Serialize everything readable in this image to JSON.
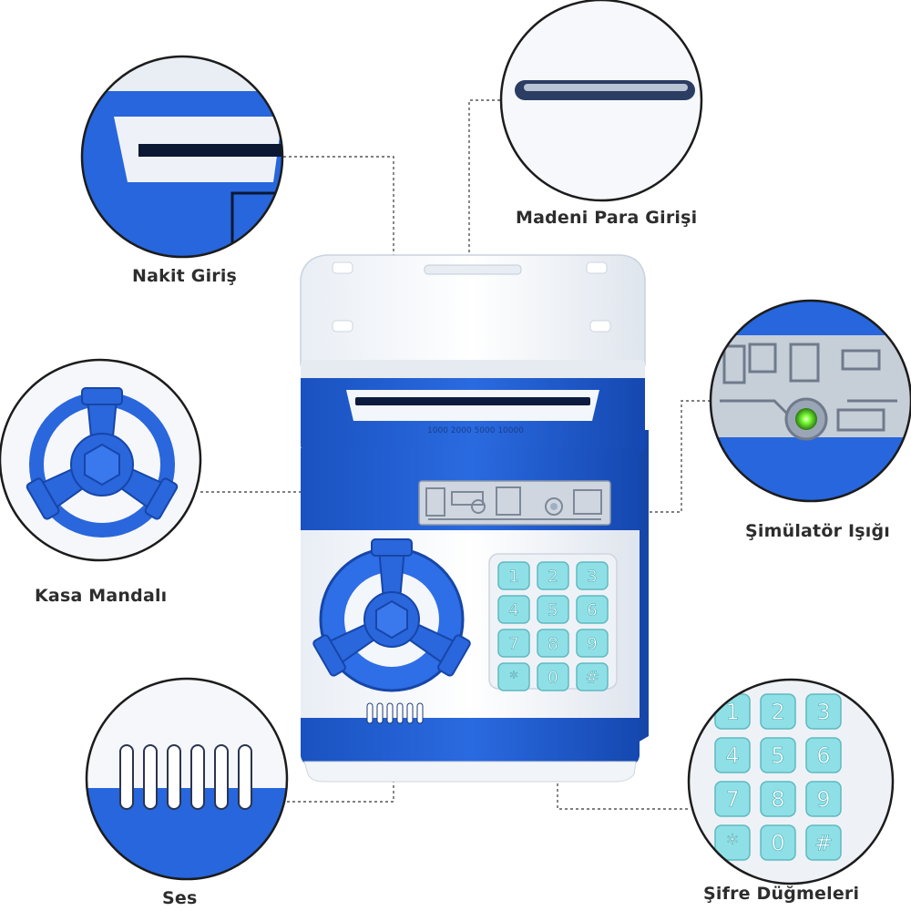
{
  "image": {
    "subject": "blue-white-electronic-piggy-bank-safe",
    "colors": {
      "body_white": "#f4f7fb",
      "body_blue": "#1f5fd6",
      "body_blue_dark": "#1646a8",
      "key_cyan": "#8fe0e6",
      "led_green": "#7dff3a",
      "dotted_line": "#555555"
    }
  },
  "slot_text": "1000 2000 5000 10000",
  "keypad": {
    "keys": [
      "1",
      "2",
      "3",
      "4",
      "5",
      "6",
      "7",
      "8",
      "9",
      "*",
      "0",
      "#"
    ]
  },
  "callouts": {
    "cash_slot": {
      "label": "Nakit Giriş",
      "icon": "cash-slot-icon"
    },
    "coin_slot": {
      "label": "Madeni Para Girişi",
      "icon": "coin-slot-icon"
    },
    "latch": {
      "label": "Kasa Mandalı",
      "icon": "knob-icon"
    },
    "simulator_light": {
      "label": "Şimülatör Işığı",
      "icon": "led-icon"
    },
    "sound": {
      "label": "Ses",
      "icon": "speaker-grille-icon"
    },
    "password_buttons": {
      "label": "Şifre Düğmeleri",
      "icon": "keypad-icon"
    }
  }
}
